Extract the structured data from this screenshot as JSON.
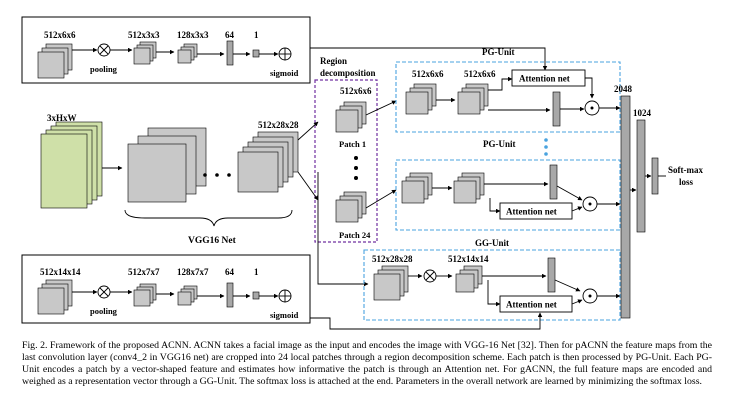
{
  "diagram": {
    "top_branch": {
      "sizes": [
        "512x6x6",
        "512x3x3",
        "128x3x3",
        "64",
        "1"
      ],
      "pooling": "pooling",
      "sigmoid": "sigmoid"
    },
    "bottom_branch": {
      "sizes": [
        "512x14x14",
        "512x7x7",
        "128x7x7",
        "64",
        "1"
      ],
      "pooling": "pooling",
      "sigmoid": "sigmoid"
    },
    "input_label": "3xHxW",
    "feature_label": "512x28x28",
    "vgg_label": "VGG16 Net",
    "region": {
      "title_line1": "Region",
      "title_line2": "decomposition",
      "patch_size": "512x6x6",
      "patch1": "Patch 1",
      "patch24": "Patch 24"
    },
    "pg_unit_1": {
      "title": "PG-Unit",
      "size_a": "512x6x6",
      "size_b": "512x6x6",
      "attention": "Attention net"
    },
    "pg_unit_2": {
      "title": "PG-Unit",
      "attention": "Attention net"
    },
    "gg_unit": {
      "title": "GG-Unit",
      "size_a": "512x28x28",
      "size_b": "512x14x14",
      "attention": "Attention net"
    },
    "fc": [
      "2048",
      "1024"
    ],
    "loss_line1": "Soft-max",
    "loss_line2": "loss"
  },
  "caption": "Fig. 2.   Framework of the proposed ACNN. ACNN takes a facial image as the input and encodes the image with VGG-16 Net [32]. Then for pACNN the feature maps from the last convolution layer (conv4_2 in VGG16 net) are cropped into 24 local patches through a region decomposition scheme. Each patch is then processed by PG-Unit. Each PG-Unit encodes a patch by a vector-shaped feature and estimates how informative the patch is through an Attention net. For gACNN, the full feature maps are encoded and weighed as a representation vector through a GG-Unit. The softmax loss is attached at the end. Parameters in the overall network are learned by minimizing the softmax loss.",
  "colors": {
    "input_green": "#cfe0a8",
    "block_gray": "#c8c8c8",
    "bar_gray": "#a8a8a8",
    "region_border": "#7030a0",
    "unit_border": "#4aa3df"
  }
}
